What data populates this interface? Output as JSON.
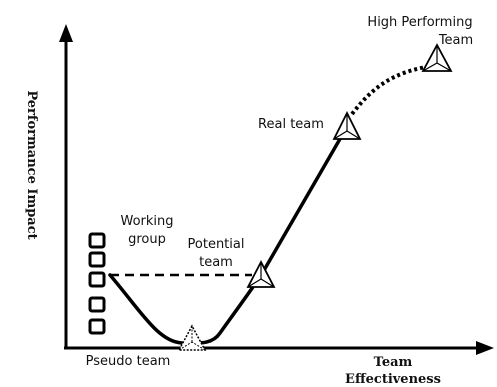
{
  "axes": {
    "y_label": "Performance Impact",
    "x_label_line1": "Team",
    "x_label_line2": "Effectiveness"
  },
  "stages": {
    "working_group_line1": "Working",
    "working_group_line2": "group",
    "pseudo_team": "Pseudo team",
    "potential_team_line1": "Potential",
    "potential_team_line2": "team",
    "real_team": "Real team",
    "high_performing_line1": "High Performing",
    "high_performing_line2": "Team"
  },
  "colors": {
    "line": "#000000",
    "background": "#ffffff"
  }
}
